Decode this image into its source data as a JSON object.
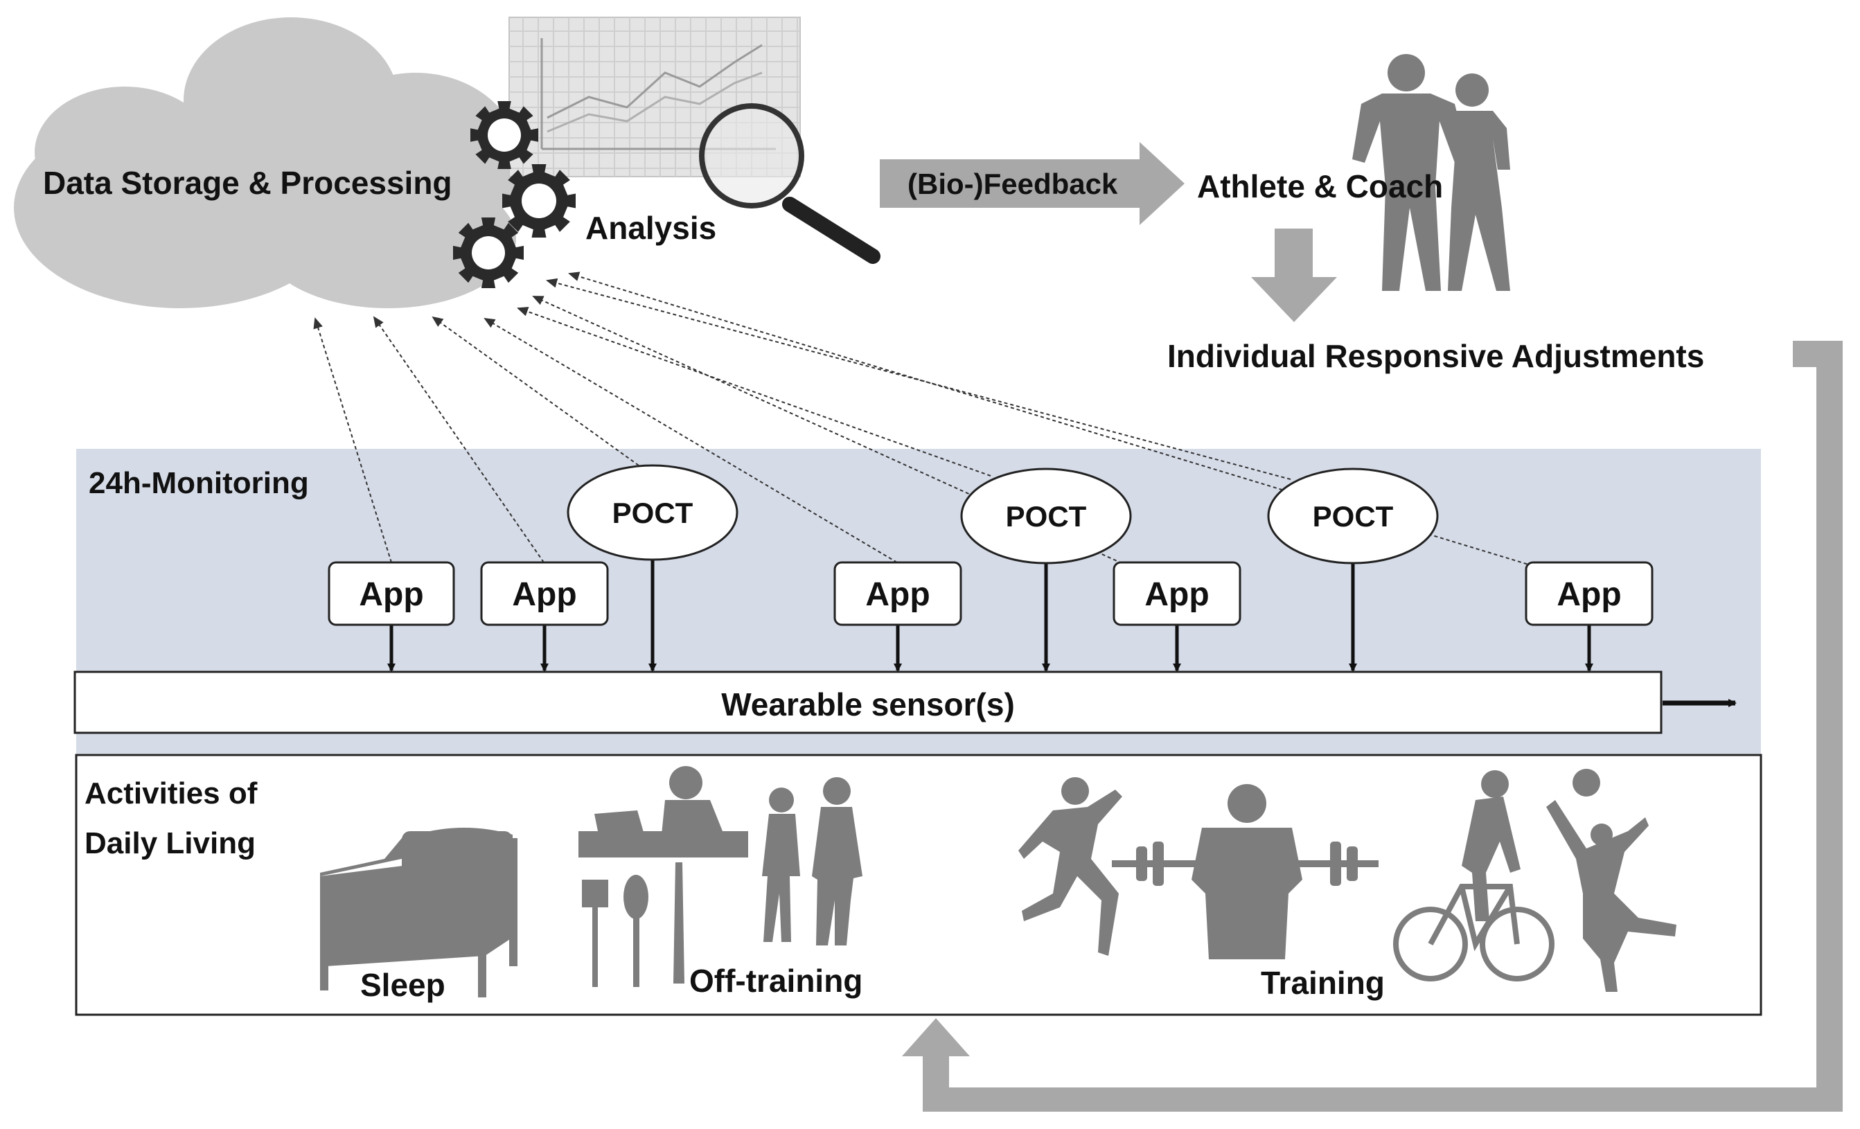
{
  "cloud": {
    "label": "Data Storage & Processing"
  },
  "analysis": {
    "label": "Analysis"
  },
  "feedback": {
    "label": "(Bio-)Feedback"
  },
  "athlete": {
    "label": "Athlete & Coach"
  },
  "adjustments": {
    "label": "Individual Responsive Adjustments"
  },
  "monitoring": {
    "label": "24h-Monitoring",
    "app_label": "App",
    "poct_label": "POCT",
    "sensor_label": "Wearable sensor(s)"
  },
  "activities": {
    "title_line1": "Activities of",
    "title_line2": "Daily Living",
    "sleep": "Sleep",
    "off_training": "Off-training",
    "training": "Training"
  },
  "colors": {
    "cloud": "#c9c9c9",
    "monitoring_band": "#d5dbe7",
    "arrow_gray": "#a8a8a8",
    "silhouette": "#7d7d7d"
  }
}
